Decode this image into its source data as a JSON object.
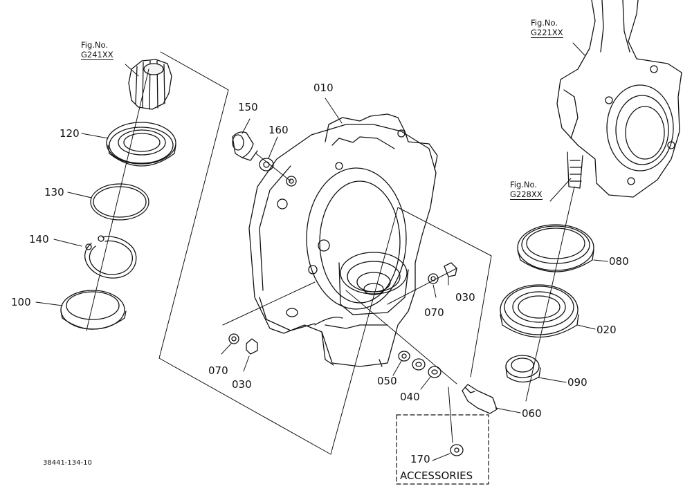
{
  "figure_refs": {
    "upper_left": {
      "label": "Fig.No.",
      "code": "G241XX"
    },
    "upper_right": {
      "label": "Fig.No.",
      "code": "G221XX"
    },
    "right_mid": {
      "label": "Fig.No.",
      "code": "G228XX"
    }
  },
  "parts": {
    "p010": "010",
    "p020": "020",
    "p030a": "030",
    "p030b": "030",
    "p040": "040",
    "p050": "050",
    "p060": "060",
    "p070a": "070",
    "p070b": "070",
    "p080": "080",
    "p090": "090",
    "p100": "100",
    "p120": "120",
    "p130": "130",
    "p140": "140",
    "p150": "150",
    "p160": "160",
    "p170": "170"
  },
  "accessories_label": "ACCESSORIES",
  "drawing_ref": "38441-134-10"
}
